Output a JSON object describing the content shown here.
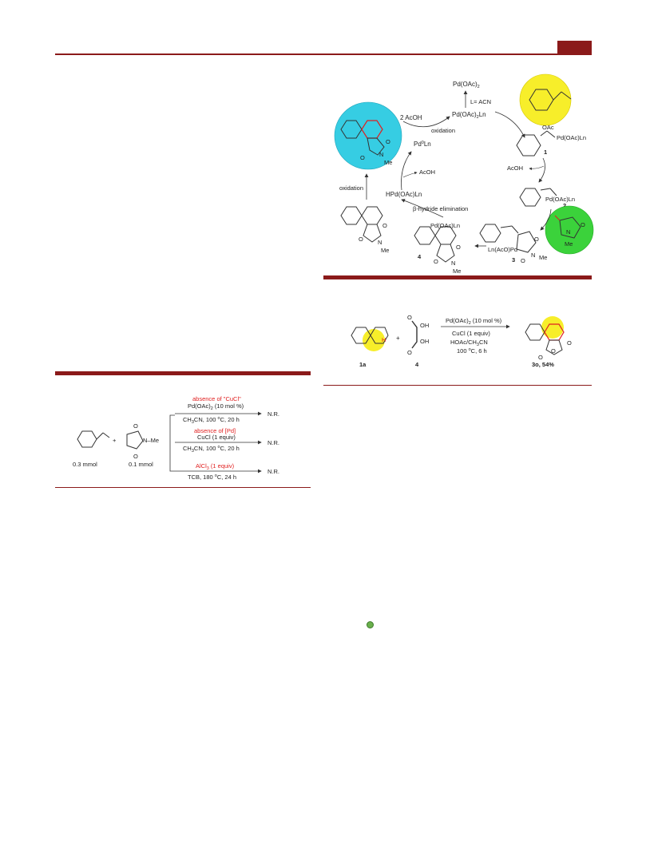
{
  "mechanism": {
    "pd_oac2": "Pd(OAc)",
    "pd_oac2_sub": "2",
    "ligand": "L= ACN",
    "pd_oac2ln": "Pd(OAc)",
    "pd_oac2ln_sub": "2",
    "pd_oac2ln_tail": "Ln",
    "acoh_2": "2 AcOH",
    "oxidation_1": "oxidation",
    "pd0ln_pre": "Pd",
    "pd0ln_sup": "0",
    "pd0ln_post": "Ln",
    "oac": "OAc",
    "int1_pd": "Pd(OAc)Ln",
    "label_1": "1",
    "acoh_a": "AcOH",
    "int2_pd": "Pd(OAc)Ln",
    "label_2": "2",
    "acoh_b": "AcOH",
    "hpd": "HPd(OAc)Ln",
    "oxidation_2": "oxidation",
    "beta_elim": "β-hydride elimination",
    "int4_pd": "Pd(OAc)Ln",
    "label_4": "4",
    "ln_aco_pd": "Ln(AcO)Pd",
    "label_3": "3",
    "n": "N",
    "me": "Me",
    "o": "O",
    "colors": {
      "yellow": "#f7ee2a",
      "green": "#3bd23b",
      "cyan": "#36cde3",
      "red": "#e02020",
      "brand": "#8b1a1a"
    }
  },
  "control": {
    "absence_cucl": "absence of \"CuCl\"",
    "cond1a_pre": "Pd(OAc)",
    "cond1a_sub": "2",
    "cond1a_post": " (10 mol %)",
    "cond1b_pre": "CH",
    "cond1b_sub": "3",
    "cond1b_post": "CN, 100 ",
    "cond1b_sup": "o",
    "cond1b_tail": "C, 20 h",
    "absence_pd": "absence of [Pd]",
    "cond2a": "CuCl (1 equiv)",
    "cond2b_pre": "CH",
    "cond2b_sub": "3",
    "cond2b_post": "CN, 100 ",
    "cond2b_sup": "o",
    "cond2b_tail": "C, 20 h",
    "alcl3_pre": "AlCl",
    "alcl3_sub": "3",
    "alcl3_post": " (1 equiv)",
    "cond3_pre": "TCB, 180 ",
    "cond3_sup": "o",
    "cond3_tail": "C, 24 h",
    "nr1": "N.R.",
    "nr2": "N.R.",
    "nr3": "N.R.",
    "mmol_styrene": "0.3 mmol",
    "mmol_maleimide": "0.1 mmol",
    "n_me": "N–Me",
    "o": "O",
    "plus": "+"
  },
  "reaction": {
    "cond_a_pre": "Pd(OAc)",
    "cond_a_sub": "2",
    "cond_a_post": " (10 mol %)",
    "cond_b": "CuCl (1 equiv)",
    "cond_c_pre": "HOAc/CH",
    "cond_c_sub": "3",
    "cond_c_post": "CN",
    "cond_d_pre": "100 ",
    "cond_d_sup": "o",
    "cond_d_post": "C, 6 h",
    "label_1a": "1a",
    "label_4": "4",
    "label_3o": "3o, 54%",
    "oh1": "OH",
    "oh2": "OH",
    "h": "H",
    "o": "O",
    "plus": "+"
  }
}
